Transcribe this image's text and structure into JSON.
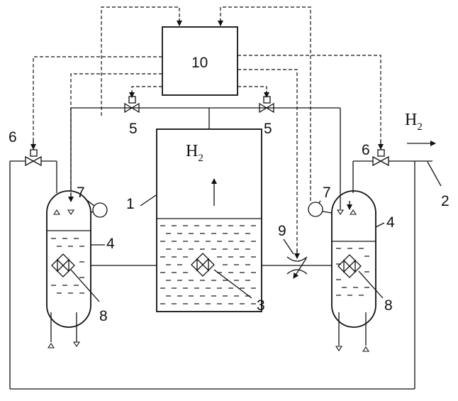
{
  "controller": {
    "label": "10"
  },
  "gas": {
    "h_main": "H",
    "h_sub": "2",
    "out_main": "H",
    "out_sub": "2"
  },
  "labels": {
    "tank": "1",
    "outlet": "2",
    "diffuser": "3",
    "left_vessel": "4",
    "right_vessel": "4",
    "left_valve_top": "5",
    "right_valve_top": "5",
    "left_valve_side": "6",
    "right_valve_side": "6",
    "left_sensor": "7",
    "right_sensor": "7",
    "left_inner": "8",
    "right_inner": "8",
    "throttle": "9"
  }
}
